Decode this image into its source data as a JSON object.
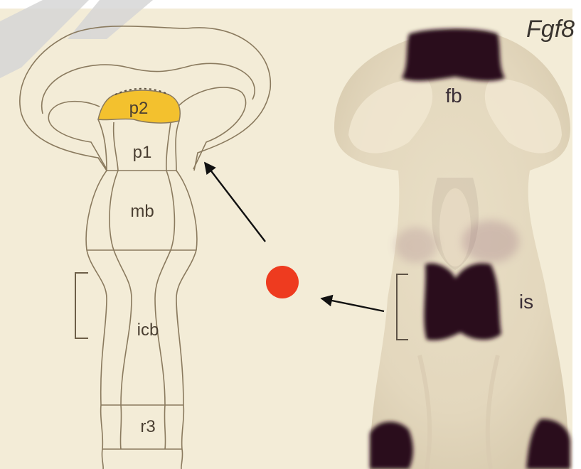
{
  "title": "Fgf8",
  "drawing": {
    "segments": {
      "p2": "p2",
      "p1": "p1",
      "mb": "mb",
      "icb": "icb",
      "r3": "r3"
    },
    "highlight_color": "#f3c12e",
    "outline_color": "#8a7a5e"
  },
  "photo": {
    "labels": {
      "fb": "fb",
      "is": "is"
    },
    "stain_color": "#2a0f1e"
  },
  "marker": {
    "color": "#ee3b1f"
  },
  "colors": {
    "paper": "#f3ecd7",
    "arrow": "#111111"
  }
}
